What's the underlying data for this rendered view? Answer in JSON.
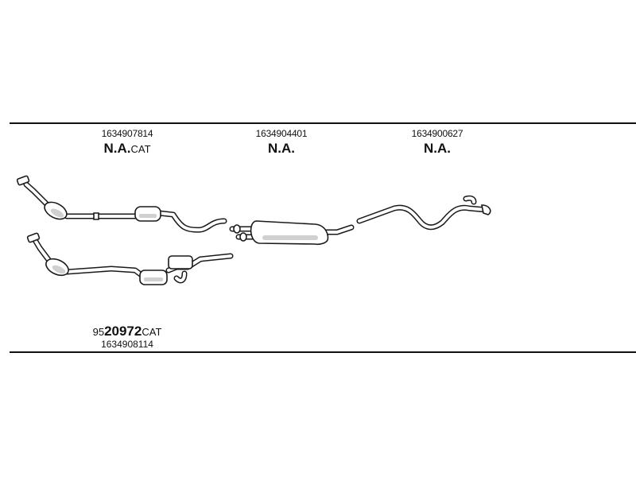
{
  "parts": [
    {
      "number": "1634907814",
      "code": "N.A.",
      "suffix": "CAT"
    },
    {
      "number": "1634904401",
      "code": "N.A.",
      "suffix": ""
    },
    {
      "number": "1634900627",
      "code": "N.A.",
      "suffix": ""
    }
  ],
  "bottom_part": {
    "prefix": "95",
    "code": "20972",
    "suffix": "CAT",
    "number": "1634908114"
  }
}
